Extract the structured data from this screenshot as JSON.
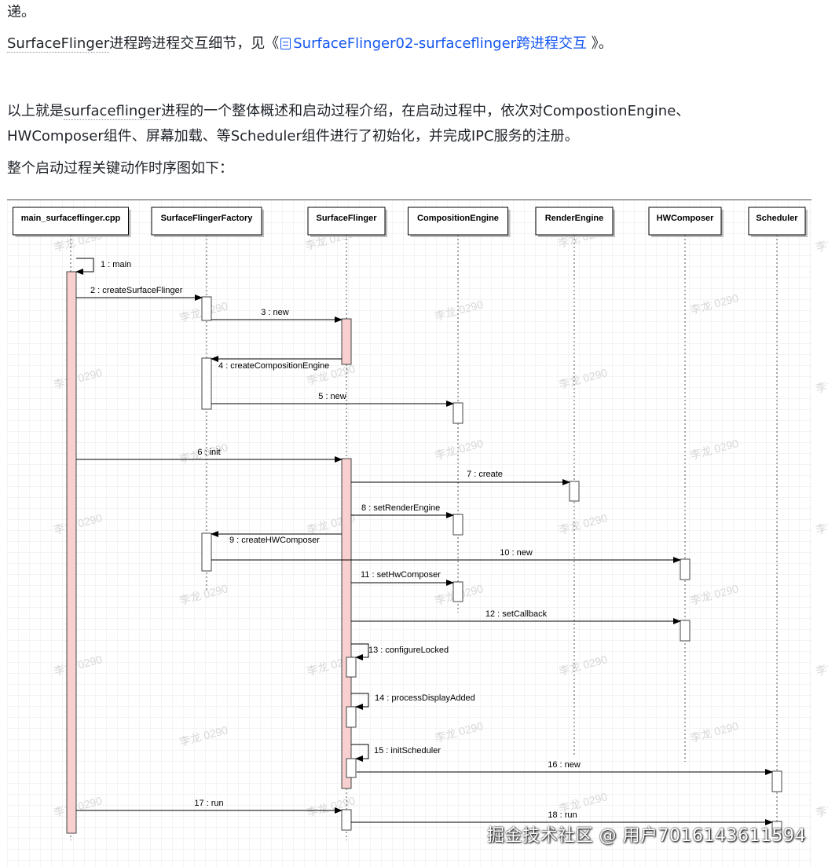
{
  "doc": {
    "line0": "递。",
    "line1_a": "SurfaceFlinger",
    "line1_b": "进程跨进程交互细节，见《",
    "line1_link": "SurfaceFlinger02-surfaceflinger跨进程交互",
    "line1_c": " 》。",
    "line2_a": "以上就是",
    "line2_b": "surfaceflinger",
    "line2_c": "进程的一个整体概述和启动过程介绍，在启动过程中，依次对CompostionEngine、",
    "line3": "HWComposer组件、屏幕加载、等Scheduler组件进行了初始化，并完成IPC服务的注册。",
    "line4": "整个启动过程关键动作时序图如下："
  },
  "colors": {
    "text": "#1f2329",
    "link": "#1456f0",
    "activation_fill": "#f8d0d0",
    "grid": "#e9e9e9"
  },
  "diagram": {
    "participants": [
      "main_surfaceflinger.cpp",
      "SurfaceFlingerFactory",
      "SurfaceFlinger",
      "CompositionEngine",
      "RenderEngine",
      "HWComposer",
      "Scheduler"
    ],
    "messages": [
      "1 : main",
      "2 : createSurfaceFlinger",
      "3 : new",
      "4 : createCompositionEngine",
      "5 : new",
      "6 : init",
      "7 : create",
      "8 : setRenderEngine",
      "9 : createHWComposer",
      "10 : new",
      "11 : setHwComposer",
      "12 : setCallback",
      "13 : configureLocked",
      "14 : processDisplayAdded",
      "15 : initScheduler",
      "16 : new",
      "17 : run",
      "18 : run"
    ],
    "bg_watermark": "李龙 0290"
  },
  "watermark": "掘金技术社区 @ 用户7016143611594"
}
